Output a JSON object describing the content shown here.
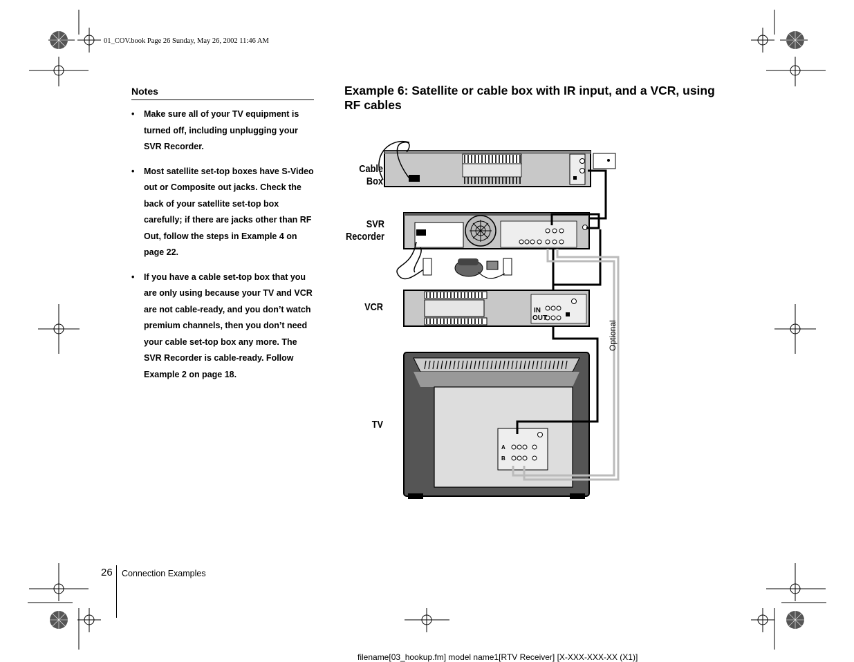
{
  "header": {
    "book_info": "01_COV.book  Page 26  Sunday, May 26, 2002  11:46 AM"
  },
  "notes": {
    "title": "Notes",
    "items": [
      "Make sure all of your TV equipment is turned off, including unplugging your SVR Recorder.",
      "Most satellite set-top boxes have S-Video out or Composite out jacks. Check the back of your satellite set-top box carefully; if there are jacks other than RF Out, follow the steps in Example 4 on page 22.",
      "If you have a cable set-top box that you are only using because your TV and VCR are not cable-ready, and you don’t watch premium channels, then you don’t need your cable set-top box any more. The SVR Recorder is cable-ready. Follow Example 2 on page 18."
    ]
  },
  "example": {
    "heading": "Example 6: Satellite or cable box with IR input, and a VCR, using RF cables"
  },
  "diagram": {
    "labels": {
      "cable_box_1": "Cable",
      "cable_box_2": "Box",
      "svr_1": "SVR",
      "svr_2": "Recorder",
      "vcr": "VCR",
      "tv": "TV",
      "optional": "Optional",
      "vcr_in": "IN",
      "vcr_out": "OUT",
      "tv_a": "A",
      "tv_b": "B"
    }
  },
  "footer": {
    "page_number": "26",
    "section": "Connection Examples",
    "filename": "filename[03_hookup.fm] model name1[RTV Receiver] [X-XXX-XXX-XX (X1)]"
  }
}
